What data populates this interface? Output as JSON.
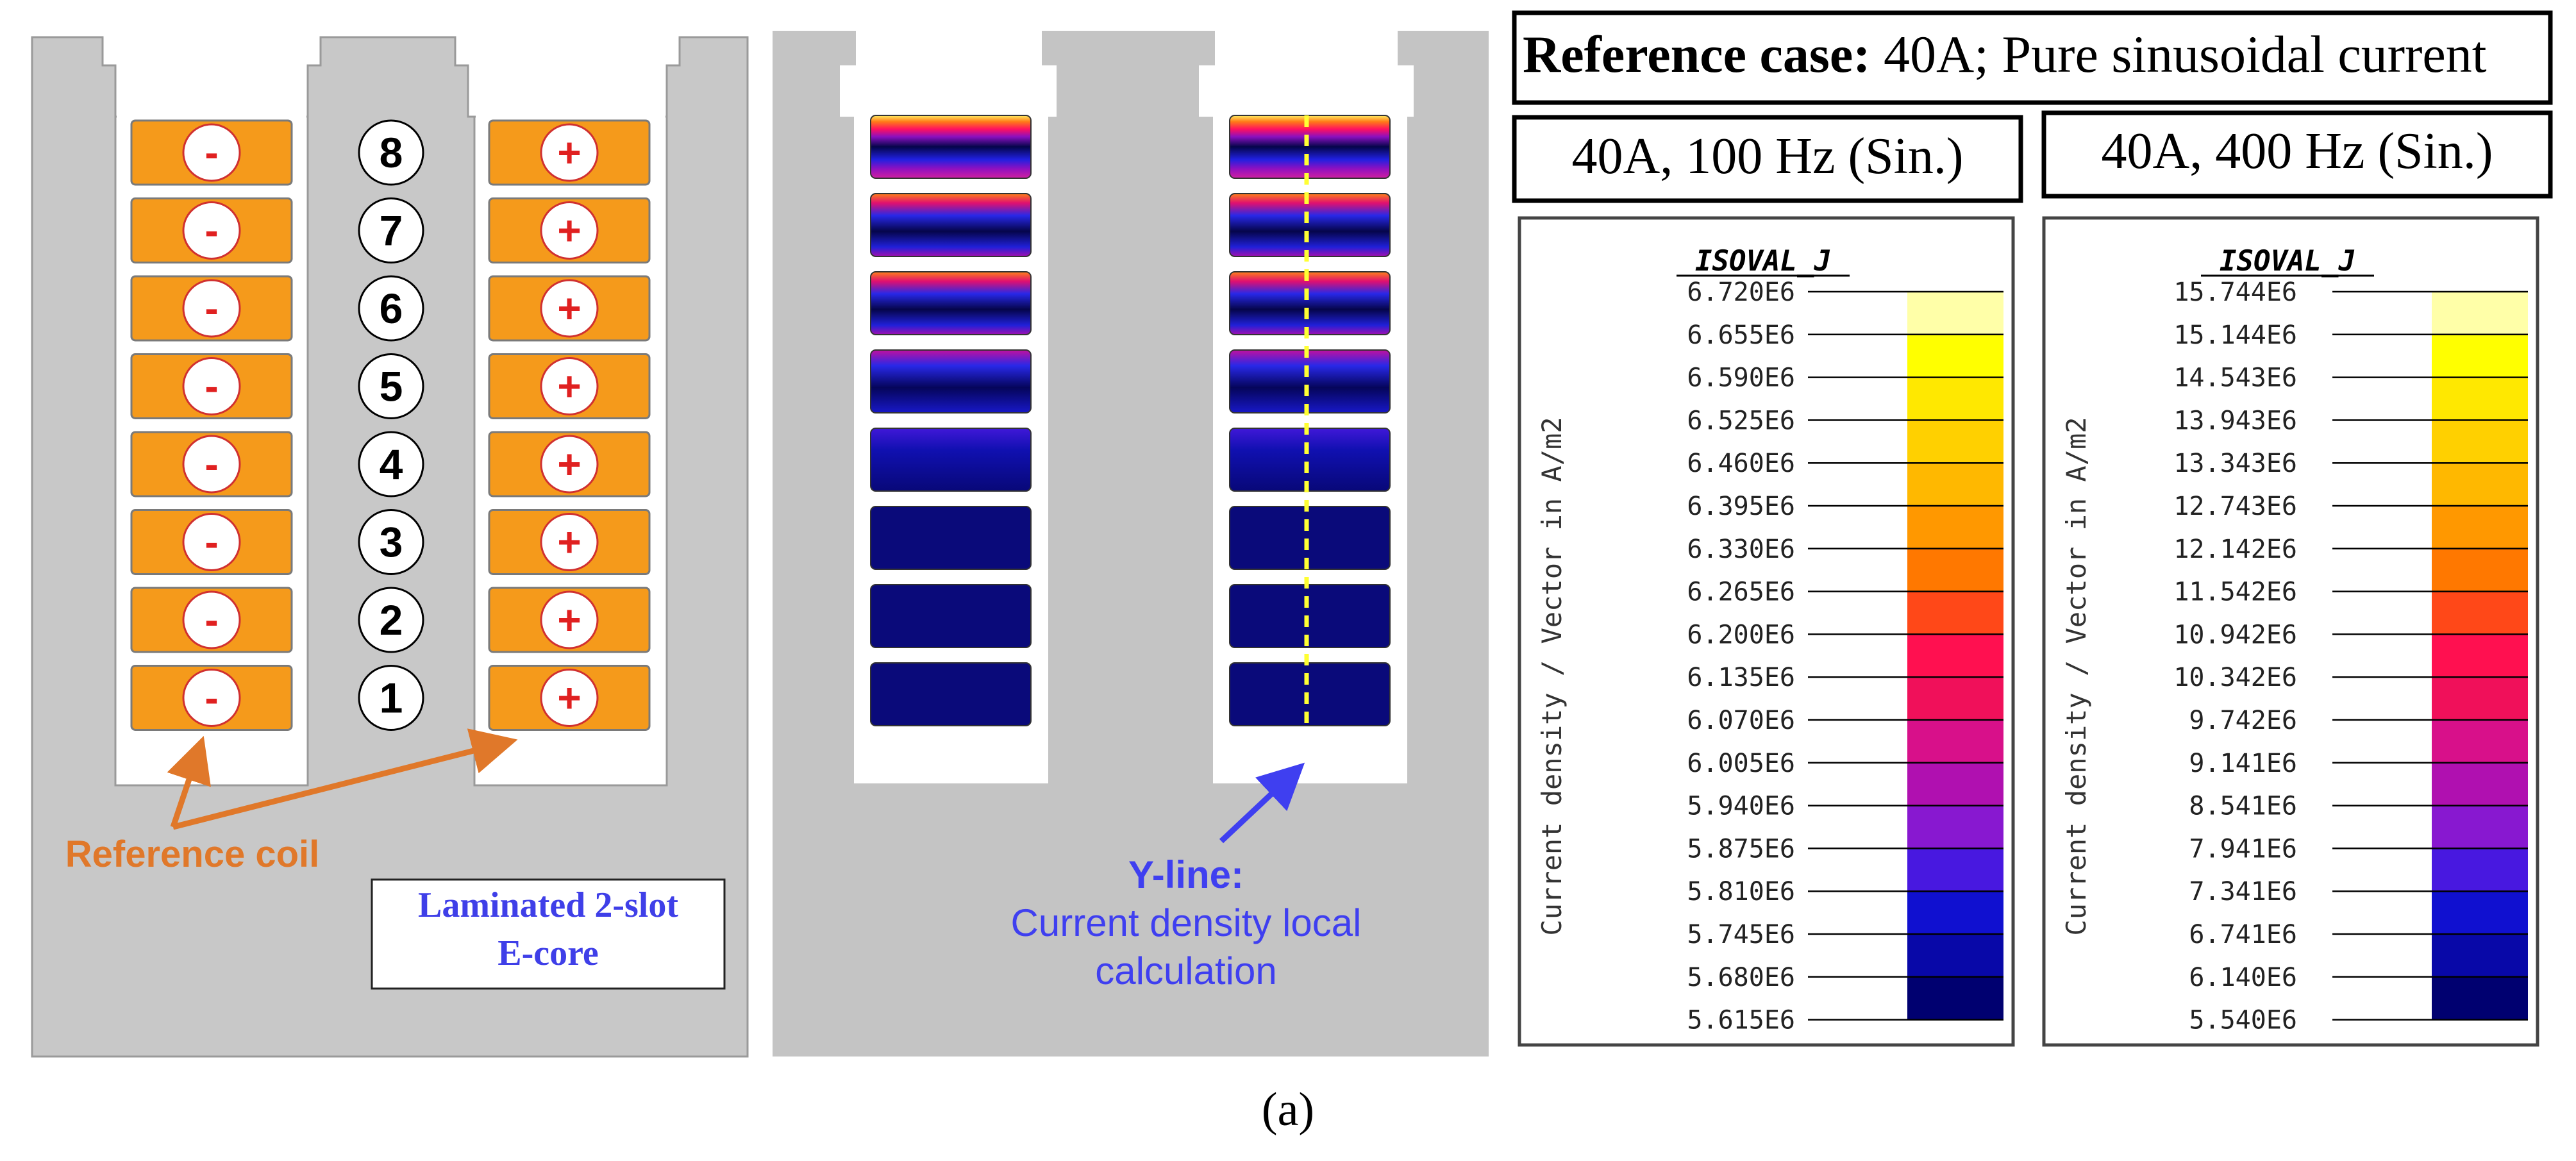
{
  "left_panel": {
    "slot_numbers": [
      "8",
      "7",
      "6",
      "5",
      "4",
      "3",
      "2",
      "1"
    ],
    "minus_symbol": "-",
    "plus_symbol": "+",
    "reference_label": "Reference coil",
    "core_label_line1": "Laminated 2-slot",
    "core_label_line2": "E-core"
  },
  "middle_panel": {
    "yline_title": "Y-line:",
    "yline_line1": "Current density local",
    "yline_line2": "calculation"
  },
  "right_panel": {
    "reference_bold": "Reference case:",
    "reference_rest": " 40A; Pure sinusoidal current",
    "legend_100": {
      "header": "40A, 100 Hz (Sin.)",
      "title": "ISOVAL_J",
      "axis_label": "Current density / Vector in A/m2",
      "values": [
        "6.720E6",
        "6.655E6",
        "6.590E6",
        "6.525E6",
        "6.460E6",
        "6.395E6",
        "6.330E6",
        "6.265E6",
        "6.200E6",
        "6.135E6",
        "6.070E6",
        "6.005E6",
        "5.940E6",
        "5.875E6",
        "5.810E6",
        "5.745E6",
        "5.680E6",
        "5.615E6"
      ]
    },
    "legend_400": {
      "header": "40A, 400 Hz (Sin.)",
      "title": "ISOVAL_J",
      "axis_label": "Current density / Vector in A/m2",
      "values": [
        "15.744E6",
        "15.144E6",
        "14.543E6",
        "13.943E6",
        "13.343E6",
        "12.743E6",
        "12.142E6",
        "11.542E6",
        "10.942E6",
        "10.342E6",
        "9.742E6",
        "9.141E6",
        "8.541E6",
        "7.941E6",
        "7.341E6",
        "6.741E6",
        "6.140E6",
        "5.540E6"
      ]
    },
    "colorbar_colors": [
      "#ffffa8",
      "#ffff00",
      "#ffe800",
      "#ffd000",
      "#ffb800",
      "#ff9800",
      "#ff7800",
      "#ff4818",
      "#ff1050",
      "#f0105a",
      "#d8108a",
      "#b010b0",
      "#8818d0",
      "#4818e0",
      "#1010d0",
      "#0808a8",
      "#000070"
    ]
  },
  "caption": "(a)"
}
